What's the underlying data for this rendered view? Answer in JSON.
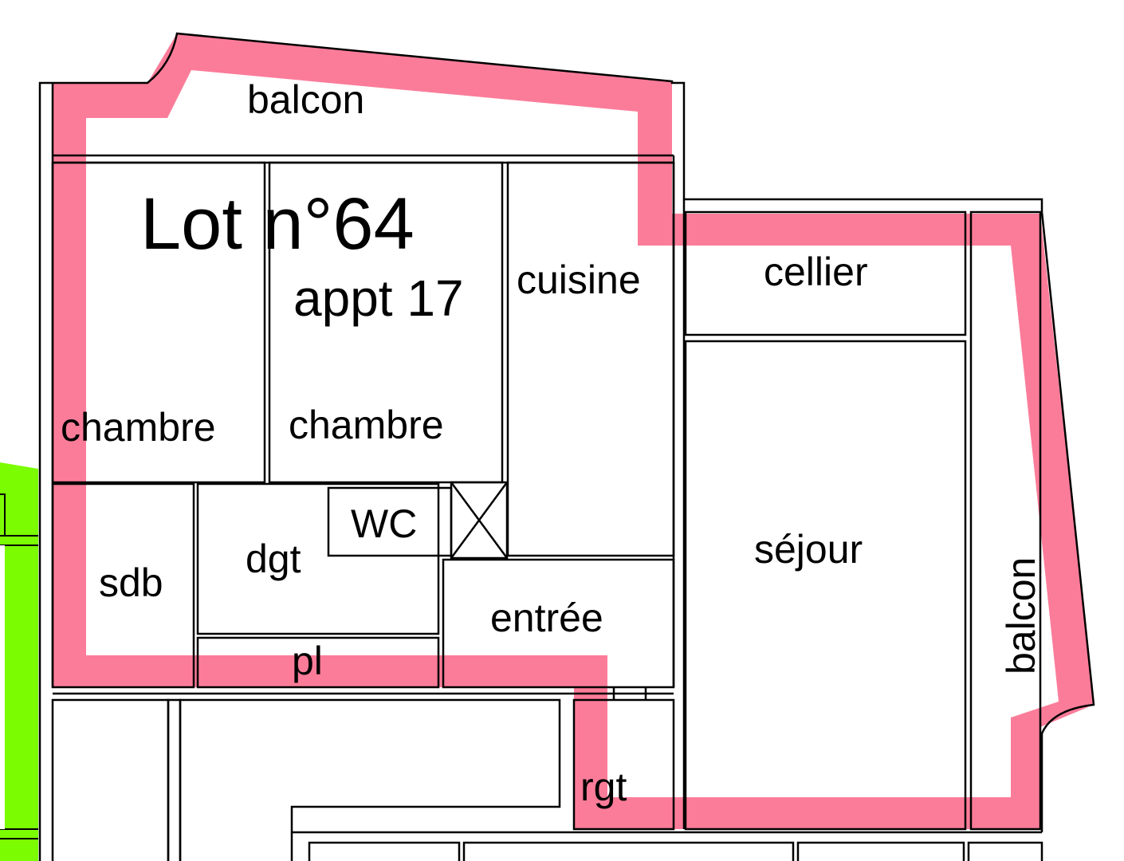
{
  "title": {
    "lot": "Lot n°64",
    "appt": "appt 17"
  },
  "rooms": {
    "balcon_top": "balcon",
    "chambre_1": "chambre",
    "chambre_2": "chambre",
    "cuisine": "cuisine",
    "cellier": "cellier",
    "sejour": "séjour",
    "balcon_right": "balcon",
    "wc": "WC",
    "sdb": "sdb",
    "dgt": "dgt",
    "entree": "entrée",
    "pl": "pl",
    "rgt": "rgt"
  },
  "colors": {
    "lot_outline": "#FB7C99",
    "neighbor_green": "#7CFC00",
    "neighbor_cream": "#FFFDE1",
    "neighbor_orange": "#FFBF00"
  }
}
